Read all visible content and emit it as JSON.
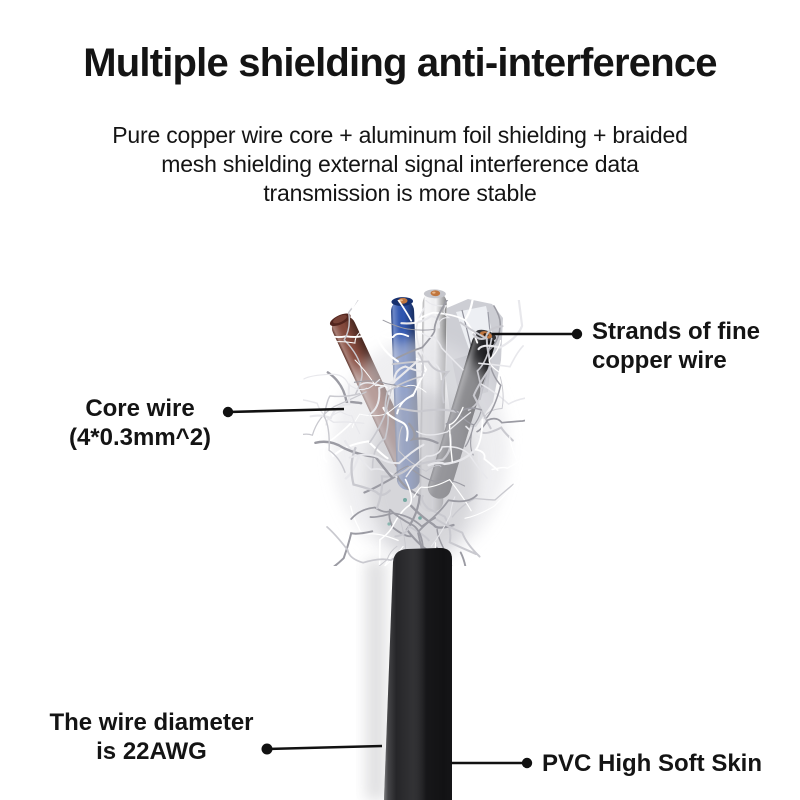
{
  "header": {
    "title": "Multiple shielding anti-interference",
    "subtitle_lines": [
      "Pure copper wire core + aluminum foil shielding + braided",
      "mesh shielding external signal interference data",
      "transmission is more stable"
    ]
  },
  "callouts": {
    "strands": {
      "lines": [
        "Strands of fine",
        "copper wire"
      ]
    },
    "core_wire": {
      "lines": [
        "Core wire",
        "(4*0.3mm^2)"
      ]
    },
    "wire_diameter": {
      "lines": [
        "The wire diameter",
        "is 22AWG"
      ]
    },
    "pvc_skin": {
      "lines": [
        "PVC High Soft Skin"
      ]
    }
  },
  "colors": {
    "background": "#ffffff",
    "text": "#141414",
    "callout_line": "#111111",
    "wire_brown": "#84493c",
    "wire_blue": "#2e55b0",
    "wire_white": "#f2f2f4",
    "wire_black": "#232326",
    "copper": "#c0763f",
    "foil_silver": "#cdced4",
    "shield_silver": "#e2e2e6",
    "shield_strand_shades": [
      "#ffffff",
      "#e8e8ec",
      "#c9c9cf",
      "#9b9ba3"
    ],
    "jacket_black": "#1d1d20"
  }
}
